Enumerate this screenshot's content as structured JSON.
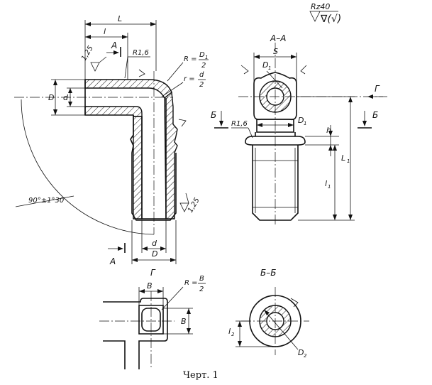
{
  "surface_finish": {
    "roughness": "Rz40",
    "symbol": "∇(√)"
  },
  "main_view": {
    "dim_L": "L",
    "dim_l": "l",
    "dim_D_left": "D",
    "dim_d_left": "d",
    "dim_d_bottom": "d",
    "dim_D_bottom": "D",
    "radius_R16": "R1,6",
    "radius_outer": {
      "prefix": "R =",
      "num": "D",
      "num_sub": "1",
      "den": "2"
    },
    "radius_inner": {
      "prefix": "r =",
      "num": "d",
      "den": "2"
    },
    "finish_left": "1,25",
    "finish_bottom": "1,25",
    "angle": "90°±1°30′",
    "section_mark_top": "A",
    "section_mark_bottom": "A"
  },
  "section_AA": {
    "title": "A–A",
    "dim_S": "S",
    "dim_D1_top": {
      "main": "D",
      "sub": "1"
    },
    "dim_D1_mid": {
      "main": "D",
      "sub": "1"
    },
    "dim_h": "h",
    "dim_l1": {
      "main": "l",
      "sub": "1"
    },
    "dim_L1": {
      "main": "L",
      "sub": "1"
    },
    "radius_R16": "R1,6",
    "view_mark_G": "Г",
    "section_mark_B_left": "Б",
    "section_mark_B_right": "Б"
  },
  "view_G": {
    "title": "Г",
    "dim_B_top": "B",
    "dim_B_right": "B",
    "radius": {
      "prefix": "R =",
      "num": "B",
      "den": "2"
    }
  },
  "section_BB": {
    "title": "Б–Б",
    "dim_l2": {
      "main": "l",
      "sub": "2"
    },
    "dim_D2": {
      "main": "D",
      "sub": "2"
    }
  },
  "caption": "Черт. 1"
}
